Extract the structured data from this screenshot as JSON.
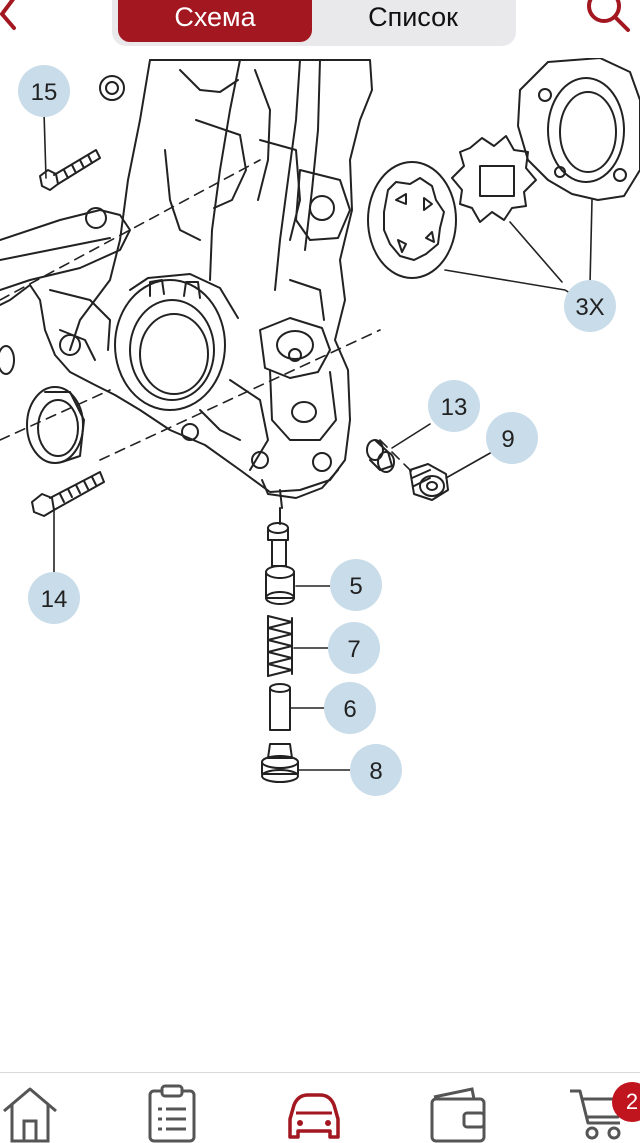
{
  "header": {
    "tabs": [
      {
        "label": "Схема",
        "active": true
      },
      {
        "label": "Список",
        "active": false
      }
    ],
    "back_icon": "chevron-left-icon",
    "search_icon": "search-icon"
  },
  "diagram": {
    "callouts": [
      {
        "id": "15",
        "label": "15"
      },
      {
        "id": "3x",
        "label": "3X"
      },
      {
        "id": "13",
        "label": "13"
      },
      {
        "id": "9",
        "label": "9"
      },
      {
        "id": "14",
        "label": "14"
      },
      {
        "id": "5",
        "label": "5"
      },
      {
        "id": "7",
        "label": "7"
      },
      {
        "id": "6",
        "label": "6"
      },
      {
        "id": "8",
        "label": "8"
      }
    ]
  },
  "tabbar": {
    "items": [
      {
        "icon": "home-icon"
      },
      {
        "icon": "list-icon"
      },
      {
        "icon": "car-icon",
        "active": true
      },
      {
        "icon": "wallet-icon"
      },
      {
        "icon": "cart-icon"
      }
    ],
    "cart_badge": "2"
  },
  "colors": {
    "accent": "#a31720",
    "callout_bg": "#c9dce9",
    "line": "#222222",
    "badge": "#c0151f"
  }
}
